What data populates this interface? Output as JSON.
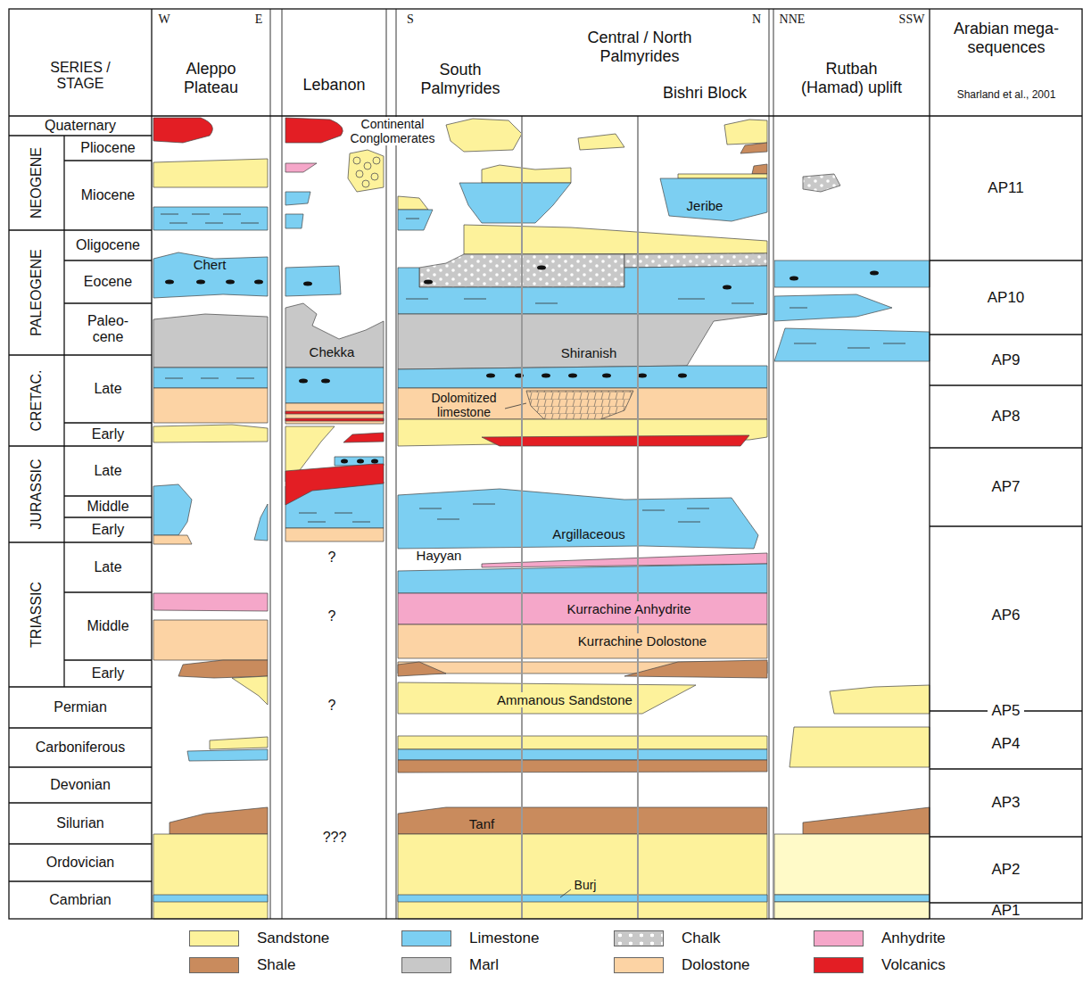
{
  "diagram": {
    "nodes": [
      {
        "text": [
          "SERIES / STAGE"
        ]
      },
      {
        "text": [
          "Aleppo Plateau"
        ]
      },
      {
        "text": [
          "Lebanon"
        ]
      },
      {
        "text": [
          "South Palmyrides",
          "Central / North Palmyrides",
          "Bishri Block"
        ]
      },
      {
        "text": [
          "Rutbah (Hamad) uplift"
        ]
      },
      {
        "text": [
          "Arabian mega-sequences",
          "Sharland et al., 2001"
        ]
      },
      {
        "text": [
          "Quaternary"
        ]
      },
      {
        "text": [
          "NEOGENE"
        ]
      },
      {
        "text": [
          "Pliocene"
        ]
      },
      {
        "text": [
          "Miocene"
        ]
      },
      {
        "text": [
          "PALEOGENE"
        ]
      },
      {
        "text": [
          "Oligocene"
        ]
      },
      {
        "text": [
          "Eocene"
        ]
      },
      {
        "text": [
          "Paleo- cene"
        ]
      },
      {
        "text": [
          "CRETAC."
        ]
      },
      {
        "text": [
          "Late"
        ]
      },
      {
        "text": [
          "Early"
        ]
      },
      {
        "text": [
          "JURASSIC"
        ]
      },
      {
        "text": [
          "Late"
        ]
      },
      {
        "text": [
          "Middle"
        ]
      },
      {
        "text": [
          "Early"
        ]
      },
      {
        "text": [
          "TRIASSIC"
        ]
      },
      {
        "text": [
          "Late"
        ]
      },
      {
        "text": [
          "Middle"
        ]
      },
      {
        "text": [
          "Early"
        ]
      },
      {
        "text": [
          "Permian"
        ]
      },
      {
        "text": [
          "Carboniferous"
        ]
      },
      {
        "text": [
          "Devonian"
        ]
      },
      {
        "text": [
          "Silurian"
        ]
      },
      {
        "text": [
          "Ordovician"
        ]
      },
      {
        "text": [
          "Cambrian"
        ]
      },
      {
        "text": [
          "AP11"
        ]
      },
      {
        "text": [
          "AP10"
        ]
      },
      {
        "text": [
          "AP9"
        ]
      },
      {
        "text": [
          "AP8"
        ]
      },
      {
        "text": [
          "AP7"
        ]
      },
      {
        "text": [
          "AP6"
        ]
      },
      {
        "text": [
          "AP5"
        ]
      },
      {
        "text": [
          "AP4"
        ]
      },
      {
        "text": [
          "AP3"
        ]
      },
      {
        "text": [
          "AP2"
        ]
      },
      {
        "text": [
          "AP1"
        ]
      }
    ],
    "labels": [
      "W",
      "E",
      "S",
      "N",
      "NNE",
      "SSW",
      "Continental Conglomerates",
      "Chert",
      "Chekka",
      "Shiranish",
      "Dolomitized limestone",
      "Jeribe",
      "Argillaceous",
      "Hayyan",
      "Kurrachine Anhydrite",
      "Kurrachine Dolostone",
      "Ammanous Sandstone",
      "Tanf",
      "Burj",
      "?",
      "?",
      "?",
      "???"
    ],
    "legend": [
      {
        "text": "Sandstone",
        "color": "#fdf29b"
      },
      {
        "text": "Limestone",
        "color": "#7ccff2"
      },
      {
        "text": "Chalk"
      },
      {
        "text": "Anhydrite",
        "color": "#f5a7c9"
      },
      {
        "text": "Shale",
        "color": "#c98b5d"
      },
      {
        "text": "Marl",
        "color": "#c8c8c8"
      },
      {
        "text": "Dolostone",
        "color": "#fcd3a4"
      },
      {
        "text": "Volcanics",
        "color": "#e31e24"
      }
    ]
  }
}
